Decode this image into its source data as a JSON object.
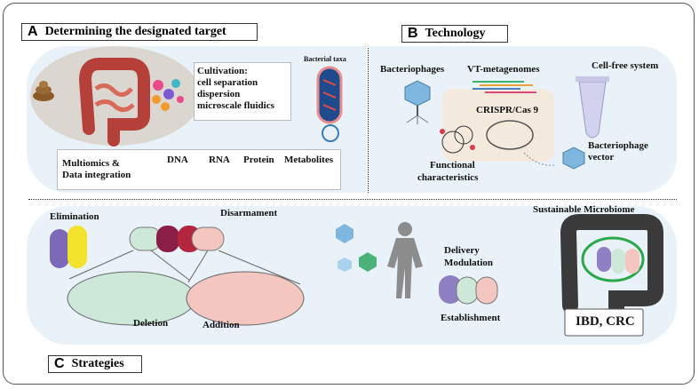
{
  "panel_a": {
    "letter": "A",
    "title": "Determining the designated target",
    "cultivation_heading": "Cultivation:",
    "cultivation_items": [
      "cell separation",
      "dispersion",
      "microscale fluidics"
    ],
    "bacterial_taxa": "Bacterial taxa",
    "multiomics_line1": "Multiomics &",
    "multiomics_line2": "Data integration",
    "omics": [
      "DNA",
      "RNA",
      "Protein",
      "Metabolites"
    ]
  },
  "panel_b": {
    "letter": "B",
    "title": "Technology",
    "bacteriophages": "Bacteriophages",
    "vt_metagenomes": "VT-metagenomes",
    "cell_free": "Cell-free system",
    "crispr": "CRISPR/Cas 9",
    "functional_line1": "Functional",
    "functional_line2": "characteristics",
    "phage_vector_line1": "Bacteriophage",
    "phage_vector_line2": "vector"
  },
  "panel_c": {
    "letter": "C",
    "title": "Strategies",
    "elimination": "Elimination",
    "disarmament": "Disarmament",
    "deletion": "Deletion",
    "addition": "Addition",
    "delivery": "Delivery",
    "modulation": "Modulation",
    "establishment": "Establishment",
    "sustainable": "Sustainable Microbiome",
    "diseases": "IBD, CRC"
  },
  "colors": {
    "panel_bg": "#e9f2f8",
    "colon": "#b5403a",
    "phage": "#7fb6e0",
    "green_cell": "#cde8d8",
    "pink_cell": "#f3c6c0",
    "purple_cell": "#8e7fc2",
    "maroon_cell": "#8b1e45",
    "yellow_cell": "#f2e22a"
  }
}
